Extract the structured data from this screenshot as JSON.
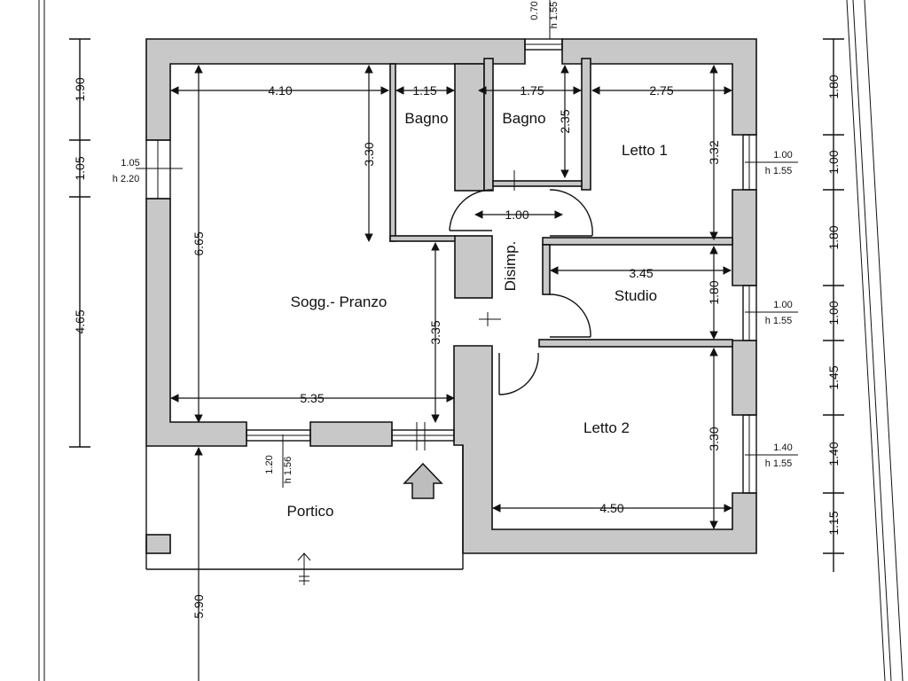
{
  "rooms": {
    "living": "Sogg.- Pranzo",
    "bath1": "Bagno",
    "bath2": "Bagno",
    "bedroom1": "Letto 1",
    "bedroom2": "Letto 2",
    "study": "Studio",
    "hall": "Disimp.",
    "porch": "Portico"
  },
  "dims": {
    "living_width_top": "4.10",
    "bath1_width": "1.15",
    "bath2_width": "1.75",
    "bed1_width": "2.75",
    "living_depth_upper": "3.30",
    "living_depth_total": "6.65",
    "bath2_depth": "2.35",
    "bed1_depth": "3.32",
    "hall_width": "1.00",
    "study_width": "3.45",
    "study_depth": "1.80",
    "living_depth_lower": "3.35",
    "living_width_bottom": "5.35",
    "bed2_depth": "3.30",
    "bed2_width": "4.50",
    "porch_depth": "5.90",
    "left_seg1": "1.90",
    "left_seg2": "1.05",
    "left_seg3": "4.65",
    "right_seg1": "1.80",
    "right_seg2": "1.00",
    "right_seg3": "1.80",
    "right_seg4": "1.00",
    "right_seg5": "1.45",
    "right_seg6": "1.40",
    "right_seg7": "1.15"
  },
  "windows": {
    "top_w": "0.70",
    "top_h": "h 1.55",
    "left_w": "1.05",
    "left_h": "h 2.20",
    "bed1_w": "1.00",
    "bed1_h": "h 1.55",
    "study_w": "1.00",
    "study_h": "h 1.55",
    "bed2_w": "1.40",
    "bed2_h": "h 1.55",
    "bottom_w": "1.20",
    "bottom_h": "h 1.56"
  },
  "icons": {
    "entrance": "up-arrow-icon"
  }
}
